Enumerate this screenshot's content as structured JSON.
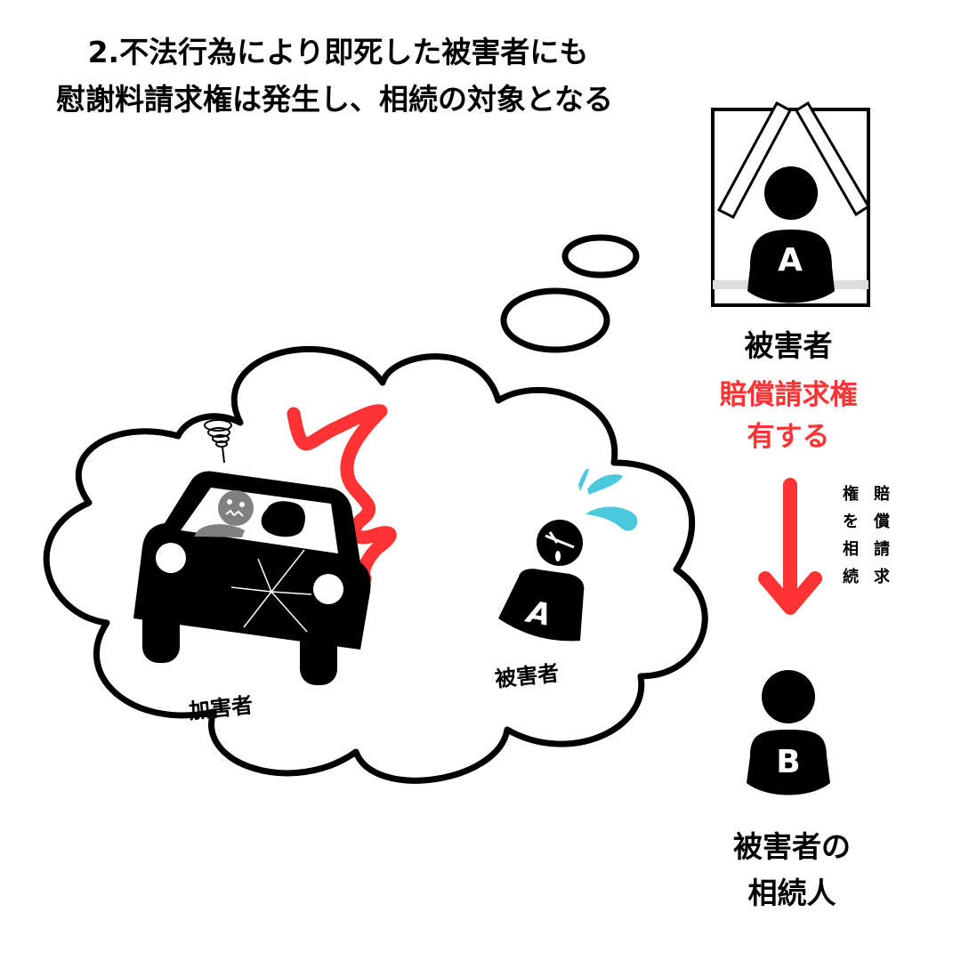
{
  "title": {
    "line1": "2.不法行為により即死した被害者にも",
    "line2": "慰謝料請求権は発生し、相続の対象となる"
  },
  "deceased_portrait": {
    "letter": "A",
    "label": "被害者",
    "claim_line1": "賠償請求権",
    "claim_line2": "有する"
  },
  "inheritance_arrow": {
    "col_right": [
      "賠",
      "償",
      "請",
      "求"
    ],
    "col_left": [
      "権",
      "を",
      "相",
      "続"
    ],
    "color": "#ff3333"
  },
  "heir": {
    "letter": "B",
    "label_line1": "被害者の",
    "label_line2": "相続人"
  },
  "thought_bubble": {
    "assailant_label": "加害者",
    "victim_label": "被害者",
    "victim_letter": "A"
  },
  "colors": {
    "accent_red": "#ff3333",
    "sweat_blue": "#4cc8dc",
    "driver_gray": "#808080",
    "ink": "#000000"
  }
}
